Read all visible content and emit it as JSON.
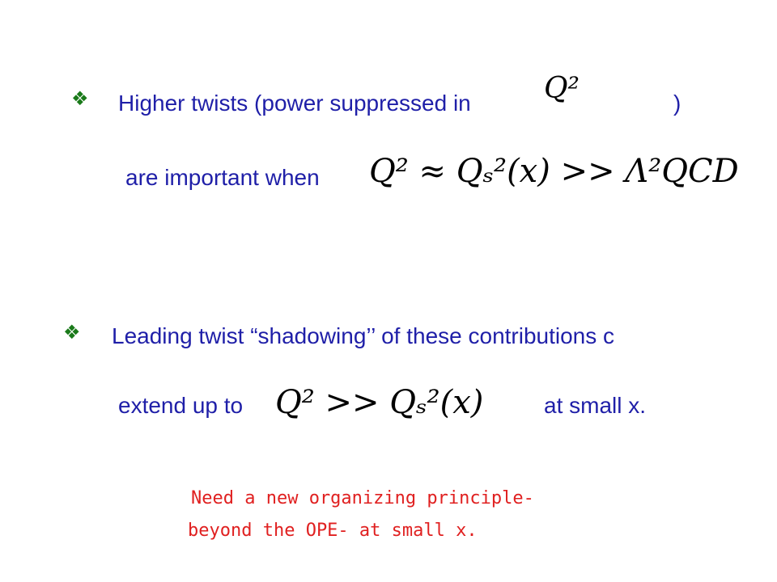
{
  "slide": {
    "bullet_symbol": "❖",
    "bullet_color": "#1a7a1a",
    "text_color": "#1f1fa8",
    "note_color": "#e02020",
    "item1": {
      "line1_text": "Higher  twists (power suppressed in",
      "line1_formula": "Q²",
      "line1_close": ")",
      "line2_text": "are important when",
      "line2_formula": "Q² ≈ Qₛ²(x) >> Λ²QCD"
    },
    "item2": {
      "line1_text": "Leading twist “shadowing’’ of these contributions c",
      "line2_text": "extend up to",
      "line2_formula": "Q² >> Qₛ²(x)",
      "line2_tail": "at small x."
    },
    "note": {
      "line1": "Need a new organizing principle-",
      "line2": "beyond the OPE- at small x."
    }
  }
}
